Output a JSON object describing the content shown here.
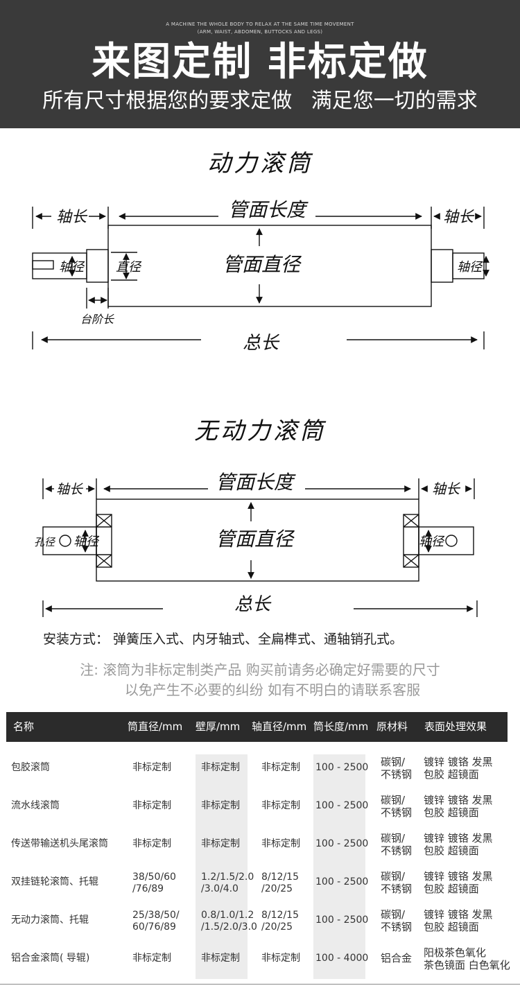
{
  "banner": {
    "small_line1": "A MACHINE THE WHOLE BODY TO RELAX AT THE SAME TIME MOVEMENT",
    "small_line2": "(ARM, WAIST, ABDOMEN, BUTTOCKS AND LEGS)",
    "headline": "来图定制 非标定做",
    "subline": "所有尺寸根据您的要求定做 满足您一切的需求"
  },
  "diagram1": {
    "title": "动力滚筒",
    "shaft_length_left": "轴长",
    "tube_length": "管面长度",
    "shaft_length_right": "轴长",
    "shaft_dia_left": "轴径",
    "diameter": "直径",
    "tube_diameter": "管面直径",
    "shaft_dia_right": "轴径",
    "step_length": "台阶长",
    "total_length": "总长"
  },
  "diagram2": {
    "title": "无动力滚筒",
    "shaft_length_left": "轴长",
    "tube_length": "管面长度",
    "shaft_length_right": "轴长",
    "hole_dia": "孔径",
    "shaft_dia_left": "轴径",
    "tube_diameter": "管面直径",
    "shaft_dia_right": "轴径",
    "total_length": "总长"
  },
  "install_text": "安装方式： 弹簧压入式、内牙轴式、全扁榫式、通轴销孔式。",
  "note_line1": "注: 滚筒为非标定制类产品 购买前请务必确定好需要的尺寸",
  "note_line2": "以免产生不必要的纠纷 如有不明白的请联系客服",
  "table": {
    "headers": [
      "名称",
      "筒直径/mm",
      "壁厚/mm",
      "轴直径/mm",
      "筒长度/mm",
      "原材料",
      "表面处理效果"
    ],
    "rows": [
      {
        "name": "包胶滚筒",
        "dia": [
          "非标定制"
        ],
        "wall": [
          "非标定制"
        ],
        "shaft": [
          "非标定制"
        ],
        "len": "100 - 2500",
        "mat": [
          "碳钢/",
          "不锈钢"
        ],
        "finish": [
          "镀锌 镀铬 发黑",
          "包胶 超镜面"
        ]
      },
      {
        "name": "流水线滚筒",
        "dia": [
          "非标定制"
        ],
        "wall": [
          "非标定制"
        ],
        "shaft": [
          "非标定制"
        ],
        "len": "100 - 2500",
        "mat": [
          "碳钢/",
          "不锈钢"
        ],
        "finish": [
          "镀锌 镀铬 发黑",
          "包胶 超镜面"
        ]
      },
      {
        "name": "传送带输送机头尾滚筒",
        "dia": [
          "非标定制"
        ],
        "wall": [
          "非标定制"
        ],
        "shaft": [
          "非标定制"
        ],
        "len": "100 - 2500",
        "mat": [
          "碳钢/",
          "不锈钢"
        ],
        "finish": [
          "镀锌 镀铬 发黑",
          "包胶 超镜面"
        ]
      },
      {
        "name": "双挂链轮滚筒、托辊",
        "dia": [
          "38/50/60",
          "/76/89"
        ],
        "wall": [
          "1.2/1.5/2.0",
          "/3.0/4.0"
        ],
        "shaft": [
          "8/12/15",
          "/20/25"
        ],
        "len": "100 - 2500",
        "mat": [
          "碳钢/",
          "不锈钢"
        ],
        "finish": [
          "镀锌 镀铬 发黑",
          "包胶 超镜面"
        ]
      },
      {
        "name": "无动力滚筒、托辊",
        "dia": [
          "25/38/50/",
          "60/76/89"
        ],
        "wall": [
          "0.8/1.0/1.2",
          "/1.5/2.0/3.0"
        ],
        "shaft": [
          "8/12/15",
          "/20/25"
        ],
        "len": "100 - 2500",
        "mat": [
          "碳钢/",
          "不锈钢"
        ],
        "finish": [
          "镀锌 镀铬 发黑",
          "包胶 超镜面"
        ]
      },
      {
        "name": "铝合金滚筒( 导辊)",
        "dia": [
          "非标定制"
        ],
        "wall": [
          "非标定制"
        ],
        "shaft": [
          "非标定制"
        ],
        "len": "100 - 4000",
        "mat": [
          "铝合金"
        ],
        "finish": [
          "阳极茶色氧化",
          "茶色镜面 白色氧化"
        ]
      }
    ]
  },
  "colors": {
    "banner_bg": "#3a3a3a",
    "table_header_bg": "#2b2b2b",
    "stripe": "#ececec",
    "note": "#9a9a9a"
  }
}
